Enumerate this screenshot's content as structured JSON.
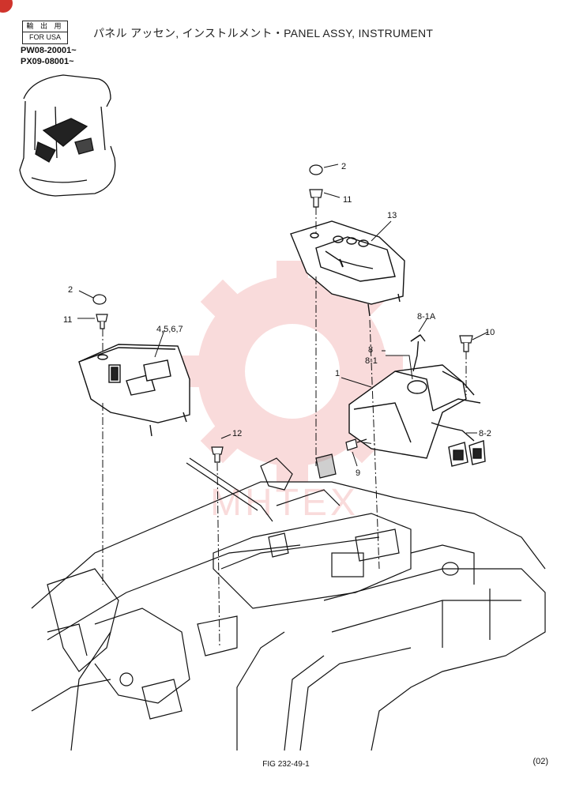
{
  "header": {
    "stamp_jp": "輸 出 用",
    "stamp_en": "FOR USA",
    "serial_1": "PW08-20001~",
    "serial_2": "PX09-08001~",
    "title": "パネル アッセン, インストルメント・PANEL ASSY, INSTRUMENT"
  },
  "callouts": {
    "c2a": "2",
    "c11a": "11",
    "c13": "13",
    "c2b": "2",
    "c11b": "11",
    "c4567": "4,5,6,7",
    "c8_1a": "8-1A",
    "c8": "8",
    "c8_1": "8-1",
    "c10": "10",
    "c1": "1",
    "c12": "12",
    "c8_2": "8-2",
    "c9": "9"
  },
  "watermark": {
    "text": "MHTEX",
    "color": "#e23c3c"
  },
  "footer": {
    "figure": "FIG 232-49-1",
    "page": "(02)"
  }
}
